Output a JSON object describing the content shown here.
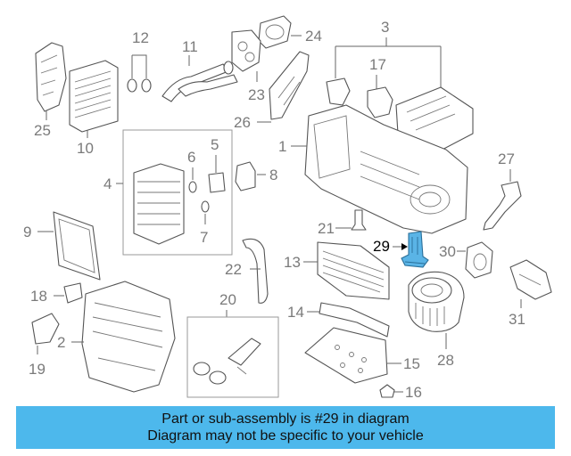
{
  "callouts": {
    "n1": "1",
    "n2": "2",
    "n3": "3",
    "n4": "4",
    "n5": "5",
    "n6": "6",
    "n7": "7",
    "n8": "8",
    "n9": "9",
    "n10": "10",
    "n11": "11",
    "n12": "12",
    "n13": "13",
    "n14": "14",
    "n15": "15",
    "n16": "16",
    "n17": "17",
    "n18": "18",
    "n19": "19",
    "n20": "20",
    "n21": "21",
    "n22": "22",
    "n23": "23",
    "n24": "24",
    "n25": "25",
    "n26": "26",
    "n27": "27",
    "n28": "28",
    "n29": "29",
    "n30": "30",
    "n31": "31"
  },
  "highlight_color": "#5ab4e6",
  "banner": {
    "line1": "Part or sub-assembly is #29 in diagram",
    "line2": "Diagram may not be specific to your vehicle",
    "color": "#4db8ec"
  }
}
